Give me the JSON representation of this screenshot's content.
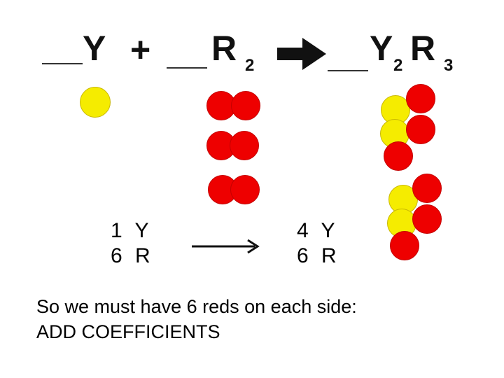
{
  "equation": {
    "reactant1": {
      "symbol": "Y"
    },
    "plus": "+",
    "reactant2": {
      "symbol": "R",
      "subscript": "2"
    },
    "product": {
      "symbol1": "Y",
      "subscript1": "2",
      "symbol2": "R",
      "subscript2": "3"
    }
  },
  "colors": {
    "yellow": "#f5ec00",
    "red": "#ee0000",
    "arrow": "#111111"
  },
  "counts": {
    "left": {
      "line1": "1 Y",
      "line2": "6 R"
    },
    "right": {
      "line1": "4 Y",
      "line2": "6 R"
    }
  },
  "caption": {
    "line1": "So we must have 6 reds on each side:",
    "line2": "ADD COEFFICIENTS"
  }
}
